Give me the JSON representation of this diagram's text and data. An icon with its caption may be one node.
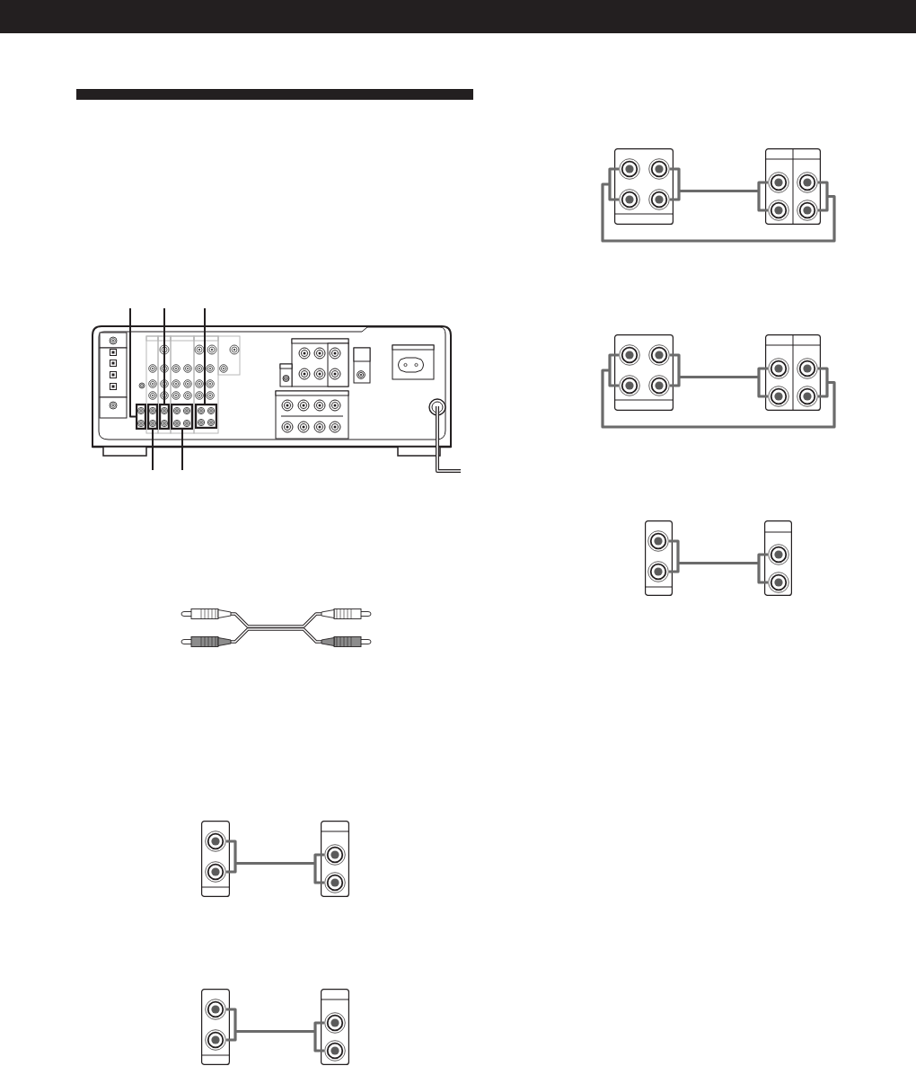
{
  "diagram": {
    "nodes": [
      {
        "text": [],
        "shape": "picture"
      },
      {
        "text": [],
        "shape": "box",
        "in": 0
      },
      {
        "text": [],
        "shape": "box",
        "in": 0
      },
      {
        "text": [],
        "shape": "box",
        "in": 0
      },
      {
        "text": [],
        "shape": "box",
        "in": 0
      },
      {
        "text": [],
        "shape": "box",
        "in": 0
      },
      {
        "text": [],
        "shape": "box"
      },
      {
        "text": [],
        "shape": "picture",
        "in": 6
      },
      {
        "text": [],
        "shape": "box"
      },
      {
        "text": [],
        "shape": "picture",
        "in": 8
      },
      {
        "text": [],
        "shape": "box"
      },
      {
        "text": [],
        "shape": "picture",
        "in": 10
      },
      {
        "text": [],
        "shape": "box"
      },
      {
        "text": [],
        "shape": "picture",
        "in": 12
      },
      {
        "text": [],
        "shape": "box"
      },
      {
        "text": [],
        "shape": "picture",
        "in": 14
      },
      {
        "text": [],
        "shape": "picture",
        "in": 14
      },
      {
        "text": [],
        "shape": "box"
      },
      {
        "text": [],
        "shape": "picture",
        "in": 17
      },
      {
        "text": [],
        "shape": "picture",
        "in": 17
      },
      {
        "text": [],
        "shape": "box"
      },
      {
        "text": [],
        "shape": "picture",
        "in": 20
      },
      {
        "text": [],
        "shape": "picture",
        "in": 20
      },
      {
        "text": [],
        "shape": "box"
      },
      {
        "text": [],
        "shape": "picture",
        "in": 23
      },
      {
        "text": [],
        "shape": "picture",
        "in": 23
      },
      {
        "text": [],
        "shape": "box"
      },
      {
        "text": [],
        "shape": "picture",
        "in": 26
      },
      {
        "text": [],
        "shape": "box"
      },
      {
        "text": [],
        "shape": "picture",
        "in": 28
      }
    ],
    "edges": [
      {
        "from": null,
        "to": 1,
        "arrow": "none",
        "color": "#231f20"
      },
      {
        "from": null,
        "to": 3,
        "arrow": "none",
        "color": "#231f20"
      },
      {
        "from": null,
        "to": 5,
        "arrow": "none",
        "color": "#231f20"
      },
      {
        "from": null,
        "to": 2,
        "arrow": "none",
        "color": "#231f20"
      },
      {
        "from": null,
        "to": 4,
        "arrow": "none",
        "color": "#231f20"
      },
      {
        "from": 7,
        "to": 9,
        "arrow": "none"
      },
      {
        "from": 11,
        "to": 13,
        "arrow": "none"
      },
      {
        "from": 15,
        "to": 19,
        "arrow": "none"
      },
      {
        "from": 16,
        "to": 18,
        "arrow": "none"
      },
      {
        "from": 21,
        "to": 25,
        "arrow": "none"
      },
      {
        "from": 22,
        "to": 24,
        "arrow": "none"
      },
      {
        "from": 27,
        "to": 29,
        "arrow": "none"
      }
    ]
  }
}
